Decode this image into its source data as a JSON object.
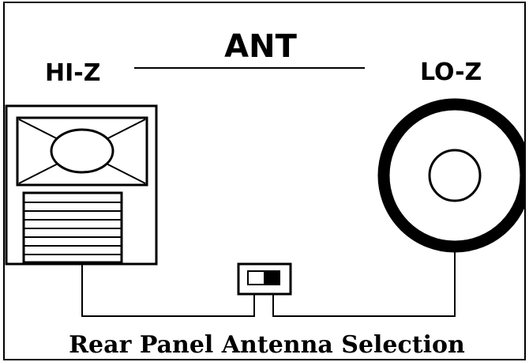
{
  "title": "ANT",
  "left_label": "HI-Z",
  "right_label": "LO-Z",
  "caption": "Rear Panel Antenna Selection",
  "switch_position": "right",
  "colors": {
    "ink": "#000000",
    "paper": "#ffffff"
  },
  "icons": {
    "hi_z_terminal": "hi-z-terminal-icon",
    "lo_z_connector": "lo-z-connector-icon",
    "selector": "slide-switch-icon"
  }
}
